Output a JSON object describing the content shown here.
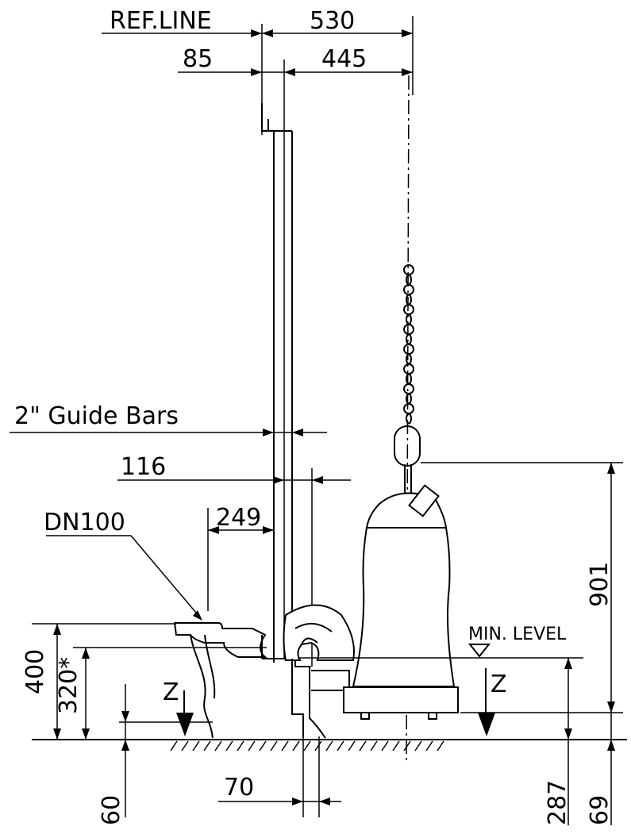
{
  "labels": {
    "ref_line": "REF.LINE",
    "guide_bars": "2\" Guide Bars",
    "dn": "DN100",
    "min_level": "MIN. LEVEL",
    "z_left": "Z",
    "z_right": "Z"
  },
  "dimensions": {
    "d530": "530",
    "d85": "85",
    "d445": "445",
    "d116": "116",
    "d249": "249",
    "d901": "901",
    "d400": "400",
    "d320": "320*",
    "d60": "60",
    "d70": "70",
    "d287": "287",
    "d69": "69"
  }
}
